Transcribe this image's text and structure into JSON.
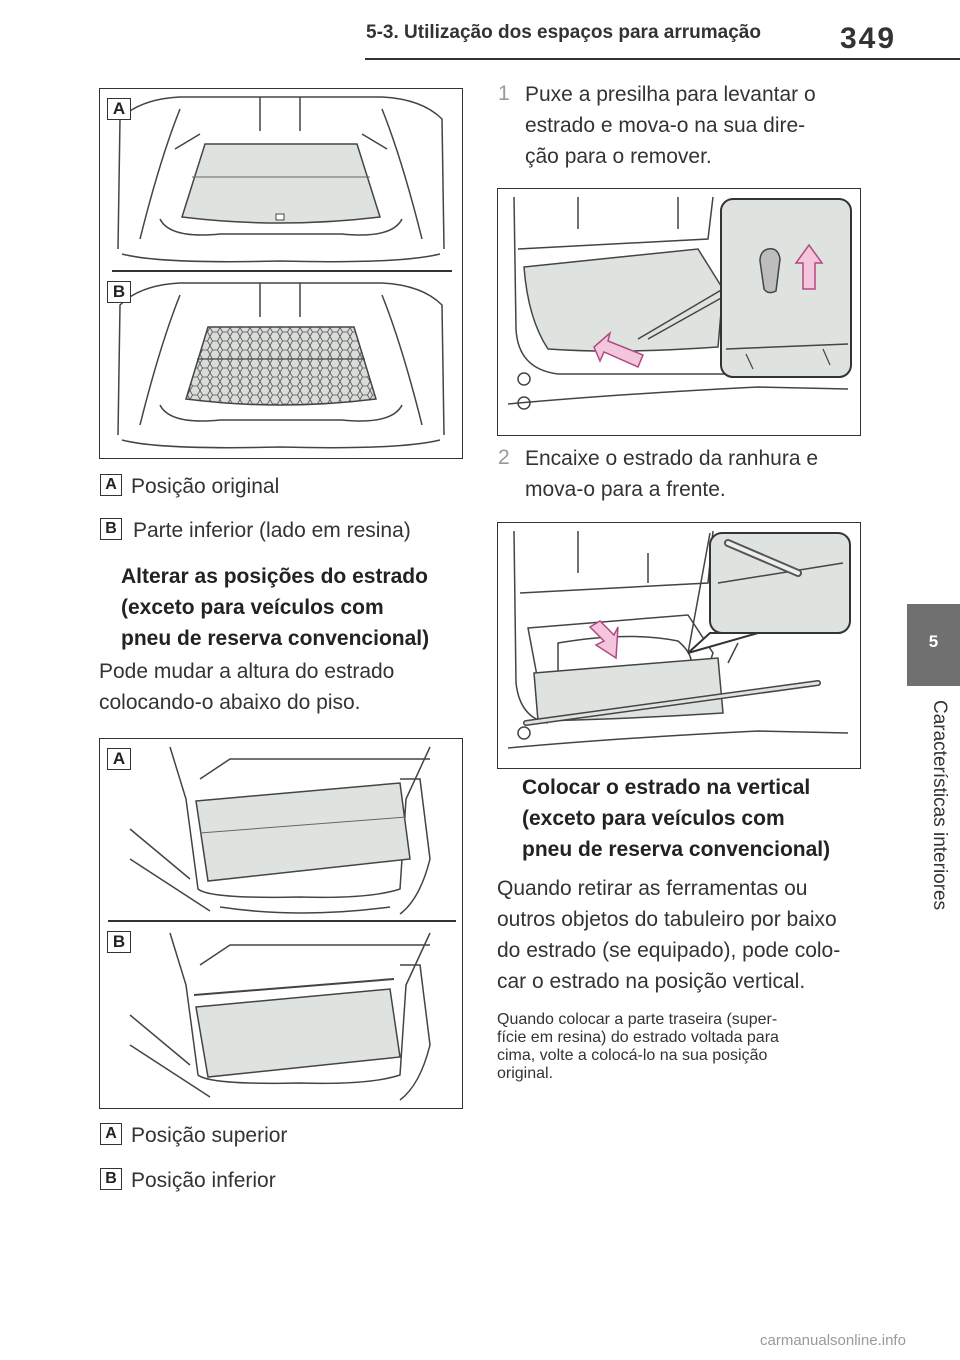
{
  "header": {
    "section": "5-3. Utilização dos espaços para arrumação",
    "page": "349"
  },
  "side_tab": {
    "number": "5",
    "label": "Características interiores"
  },
  "figure1": {
    "label_a": "A",
    "label_b": "B"
  },
  "captions1": [
    {
      "badge": "A",
      "text": "Posição original"
    },
    {
      "badge": "B",
      "text": "Parte inferior (lado em resina)"
    }
  ],
  "section_change": {
    "heading": [
      "Alterar as posições do estrado",
      "(exceto para veículos com",
      "pneu de reserva convencional)"
    ],
    "body": [
      "Pode mudar a altura do estrado",
      "colocando-o abaixo do piso."
    ]
  },
  "figure2": {
    "label_a": "A",
    "label_b": "B"
  },
  "captions2": [
    {
      "badge": "A",
      "text": "Posição superior"
    },
    {
      "badge": "B",
      "text": "Posição inferior"
    }
  ],
  "steps": [
    {
      "num": "1",
      "lines": [
        "Puxe a presilha para levantar o",
        "estrado e mova-o na sua dire-",
        "ção para o remover."
      ]
    },
    {
      "num": "2",
      "lines": [
        "Encaixe o estrado da ranhura e",
        "mova-o para a frente."
      ]
    }
  ],
  "section_vertical": {
    "heading": [
      "Colocar o estrado na vertical",
      "(exceto para veículos com",
      "pneu de reserva convencional)"
    ],
    "body": [
      "Quando retirar as ferramentas ou",
      "outros objetos do tabuleiro por baixo",
      "do estrado (se equipado), pode colo-",
      "car o estrado na posição vertical."
    ],
    "note": [
      "Quando colocar a parte traseira (super-",
      "fície em resina) do estrado voltada para",
      "cima, volte a colocá-lo na sua posição",
      "original."
    ]
  },
  "footer": "carmanualsonline.info",
  "colors": {
    "panel_fill": "#dfe3e0",
    "arrow_fill": "#f4c6dd",
    "arrow_stroke": "#b04a80",
    "tab": "#707070"
  }
}
